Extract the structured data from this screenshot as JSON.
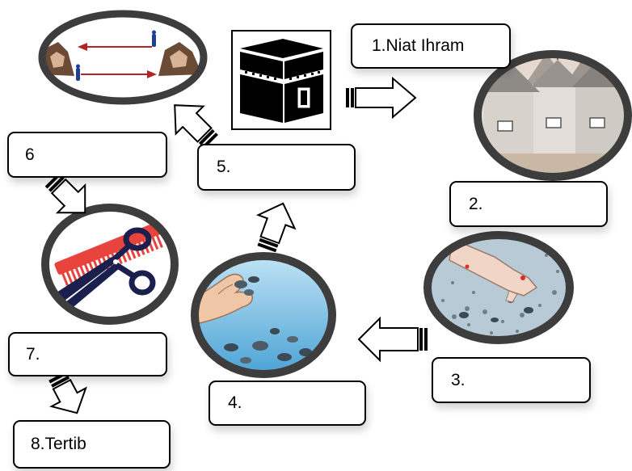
{
  "steps": {
    "s1": "1.Niat Ihram",
    "s2": "2.",
    "s3": "3.",
    "s4": "4.",
    "s5": "5.",
    "s6": "6",
    "s7": "7.",
    "s8": "8.Tertib"
  },
  "images": [
    {
      "icon": "sai-walking-icon"
    },
    {
      "icon": "kaaba-icon"
    },
    {
      "icon": "tents-icon"
    },
    {
      "icon": "pebble-collecting-icon"
    },
    {
      "icon": "stone-throwing-icon"
    },
    {
      "icon": "comb-scissors-icon"
    }
  ],
  "colors": {
    "ring": "#3d3d3d",
    "arrow": "#ffffff",
    "water": "#6ab7e2",
    "tent_roof": "#8e8a86",
    "comb": "#e8433c",
    "scissors": "#1a1f4d",
    "arrow_red": "#b32424"
  }
}
